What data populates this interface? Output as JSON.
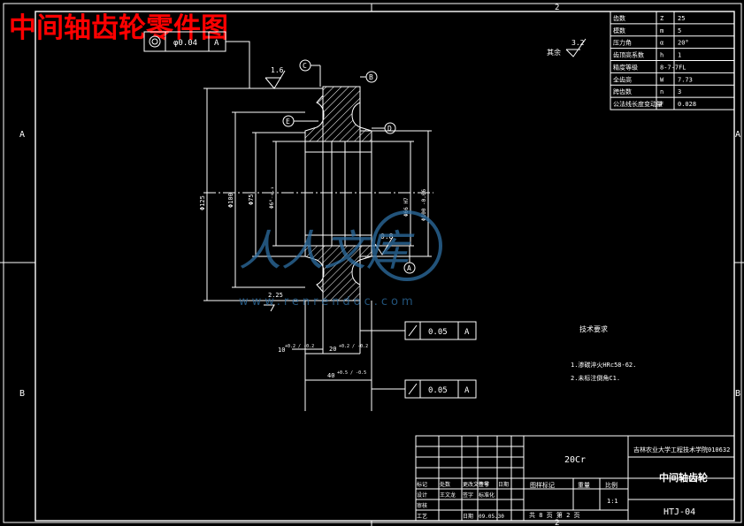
{
  "title": "中间轴齿轮零件图",
  "border": {
    "col_labels": [
      "2",
      "2"
    ],
    "row_labels_left": [
      "A",
      "B"
    ],
    "row_labels_right": [
      "A",
      "B"
    ]
  },
  "gear_params": [
    {
      "name": "齿数",
      "sym": "Z",
      "val": "25"
    },
    {
      "name": "模数",
      "sym": "m",
      "val": "5"
    },
    {
      "name": "压力角",
      "sym": "α",
      "val": "20°"
    },
    {
      "name": "齿顶高系数",
      "sym": "h",
      "val": "1"
    },
    {
      "name": "精度等级",
      "sym": "8-7-7FL",
      "val": ""
    },
    {
      "name": "全齿高",
      "sym": "W",
      "val": "7.73"
    },
    {
      "name": "跨齿数",
      "sym": "n",
      "val": "3"
    },
    {
      "name": "公法线长度变动量",
      "sym": "F",
      "val": "0.028"
    }
  ],
  "roughness_note": {
    "label": "其余",
    "value": "3.2"
  },
  "geo_tol_top": {
    "symbol": "◎",
    "value": "φ0.04",
    "datum": "A"
  },
  "geo_tol_mid": {
    "symbol": "/",
    "value": "0.05",
    "datum": "A"
  },
  "geo_tol_bot": {
    "symbol": "/",
    "value": "0.05",
    "datum": "A"
  },
  "datum_labels": [
    "C",
    "B",
    "E",
    "D",
    "A"
  ],
  "roughness_values": [
    "1.6",
    "0.8",
    "2.25"
  ],
  "dims": {
    "d125": "Φ125",
    "d100": "Φ100",
    "d75": "Φ75",
    "dbore": "Φ6⁰₋₀.₁",
    "right1": "Φ66 H7",
    "right2": "Φ100 -0.06",
    "w10": "10",
    "w10_tol": "+0.2 / -0.2",
    "w20": "20",
    "w20_tol": "+0.2 / -0.2",
    "w40": "40",
    "w40_tol": "+0.5 / -0.5"
  },
  "tech_req": {
    "heading": "技术要求",
    "items": [
      "1.渗碳淬火HRc58-62.",
      "2.未标注倒角C1."
    ]
  },
  "watermark": {
    "chars": "人人文库",
    "url": "www.renrendoc.com"
  },
  "title_block": {
    "school": "吉林农业大学工程技术学院010632",
    "material": "20Cr",
    "part_name": "中间轴齿轮",
    "drawing_no": "HTJ-04",
    "scale": "1:1",
    "sheet": "共 8 页  第 2 页",
    "rows": [
      [
        "标记",
        "处数",
        "更改文件号",
        "签字",
        "日期"
      ],
      [
        "设计",
        "王文龙",
        "签字",
        "标准化"
      ],
      [
        "审核",
        "",
        "",
        ""
      ],
      [
        "工艺",
        "",
        "日期",
        "09.05.30"
      ]
    ],
    "labels": {
      "stage": "图样标记",
      "weight": "重量",
      "ratio": "比例"
    }
  }
}
